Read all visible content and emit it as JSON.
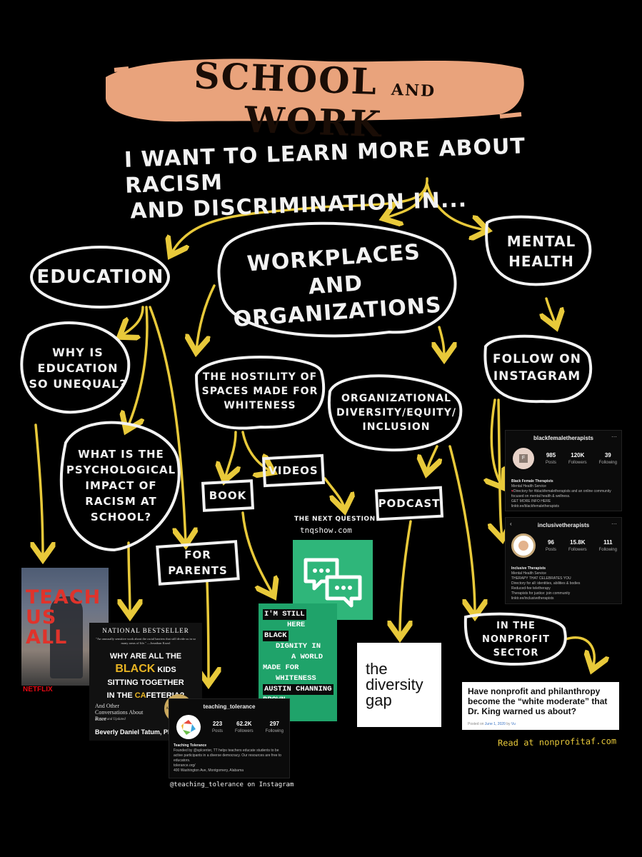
{
  "header": {
    "title_main": "SCHOOL",
    "title_and": "AND",
    "title_end": "WORK",
    "prompt_line1": "I WANT TO LEARN MORE ABOUT RACISM",
    "prompt_line2": "AND DISCRIMINATION IN..."
  },
  "nodes": {
    "education": "EDUCATION",
    "workplaces": "WORKPLACES AND ORGANIZATIONS",
    "mental_health": "MENTAL HEALTH",
    "why_unequal": "WHY IS EDUCATION SO UNEQUAL?",
    "psych_impact": "WHAT IS THE PSYCHOLOGICAL IMPACT OF RACISM AT SCHOOL?",
    "hostility": "THE HOSTILITY OF SPACES MADE FOR WHITENESS",
    "dei": "ORGANIZATIONAL DIVERSITY/EQUITY/ INCLUSION",
    "follow_instagram": "FOLLOW ON INSTAGRAM",
    "book": "BOOK",
    "videos": "VIDEOS",
    "podcast": "PODCAST",
    "for_parents": "FOR PARENTS",
    "nonprofit": "IN THE NONPROFIT SECTOR"
  },
  "resources": {
    "teach_us_all": {
      "title": "TEACH US ALL",
      "brand": "NETFLIX"
    },
    "tatum_book": {
      "badge": "NATIONAL BESTSELLER",
      "quote": "\"An unusually sensitive work about the racial barriers that still divide us in so many areas of life.\" —Jonathan Kozol",
      "title_line1": "WHY ARE ALL THE",
      "title_black": "BLACK",
      "title_line2_rest": " KIDS",
      "title_line3": "SITTING TOGETHER",
      "title_line4_a": "IN THE ",
      "title_line4_b": "CA",
      "title_line4_c": "FETERIA?",
      "subtitle": "And Other Conversations About Race",
      "edition": "Revised and Updated",
      "anniv": "TWENTIETH ANNIVERSARY EDITION",
      "author": "Beverly Daniel Tatum, PhD"
    },
    "next_question": {
      "name": "THE NEXT QUESTION",
      "url": "tnqshow.com"
    },
    "still_here": {
      "line1": "I'M STILL",
      "line2": "HERE",
      "line3": "BLACK",
      "line4": "DIGNITY IN",
      "line5": "A WORLD",
      "line6": "MADE FOR",
      "line7": "WHITENESS",
      "line8": "AUSTIN CHANNING",
      "line9": "BROWN"
    },
    "diversity_gap": {
      "line1": "the",
      "line2": "diversity",
      "line3": "gap"
    },
    "nonprofit_article": {
      "headline": "Have nonprofit and philanthropy become the “white moderate” that Dr. King warned us about?",
      "meta_prefix": "Posted on",
      "date": "June 1, 2020",
      "by": "by",
      "author": "Vu"
    },
    "read_at": "Read at nonprofitaf.com",
    "ig_caption": "@teaching_tolerance on Instagram"
  },
  "instagram": {
    "bft": {
      "handle": "blackfemaletherapists",
      "posts": "985",
      "posts_label": "Posts",
      "followers": "120K",
      "followers_label": "Followers",
      "following": "39",
      "following_label": "Following",
      "name": "Black Female Therapists",
      "category": "Mental Health Service",
      "bio1": "Directory for #blackfemaletherapists and an online community",
      "bio2": "focused on mental health & wellness.",
      "bio3": "GET MORE INFO HERE",
      "link": "linktr.ee/blackfemaletherapists"
    },
    "it": {
      "handle": "inclusivetherapists",
      "posts": "96",
      "posts_label": "Posts",
      "followers": "15.8K",
      "followers_label": "Followers",
      "following": "111",
      "following_label": "Following",
      "name": "Inclusive Therapists",
      "category": "Mental Health Service",
      "bio1": "THERAPY THAT CELEBRATES YOU",
      "bio2": "Directory for all: identities, abilities & bodies",
      "bio3": "Reduced-fee teletherapy",
      "bio4": "Therapists for justice: join community",
      "link": "linktr.ee/inclusivetherapists"
    },
    "tt": {
      "handle": "teaching_tolerance",
      "posts": "223",
      "posts_label": "Posts",
      "followers": "62.2K",
      "followers_label": "Followers",
      "following": "297",
      "following_label": "Following",
      "name": "Teaching Tolerance",
      "bio1": "Founded by @splcenter, TT helps teachers educate students to be",
      "bio2": "active participants in a diverse democracy. Our resources are free to",
      "bio3": "educators.",
      "link": "tolerance.org/",
      "address": "400 Washington Ave, Montgomery, Alabama"
    }
  },
  "colors": {
    "arrow": "#e8c93a",
    "brush": "#e9a37c",
    "chalk": "#f2f2f2",
    "tnq_green": "#2fb67a",
    "still_green": "#1fa36a"
  }
}
